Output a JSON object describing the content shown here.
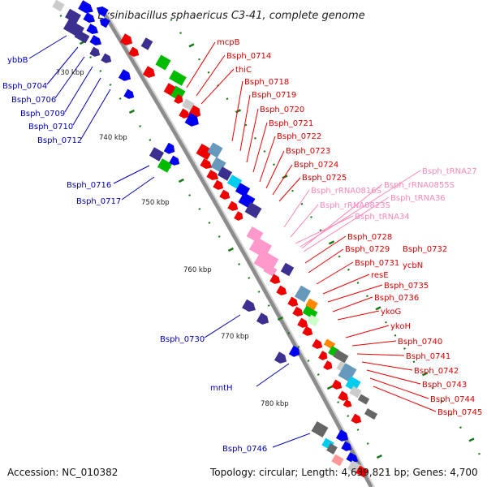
{
  "title": "Lysinibacillus sphaericus C3-41, complete genome",
  "footer": {
    "accession": "Accession: NC_010382",
    "topology": "Topology: circular; Length: 4,639,821 bp; Genes: 4,700"
  },
  "colors": {
    "backbone": "#8c8c8c",
    "ticks": "#1a7a1a",
    "forward_label": "#0000bb",
    "reverse_label": "#e00000",
    "rna_label": "#ff88bb"
  },
  "kbp_ticks": [
    "730 kbp",
    "740 kbp",
    "750 kbp",
    "760 kbp",
    "770 kbp",
    "780 kbp"
  ],
  "left_labels": [
    "ybbB",
    "Bsph_0704",
    "Bsph_0706",
    "Bsph_0709",
    "Bsph_0710",
    "Bsph_0712",
    "Bsph_0716",
    "Bsph_0717",
    "Bsph_0730",
    "mntH",
    "Bsph_0746"
  ],
  "right_labels": [
    "mcpB",
    "Bsph_0714",
    "thiC",
    "Bsph_0718",
    "Bsph_0719",
    "Bsph_0720",
    "Bsph_0721",
    "Bsph_0722",
    "Bsph_0723",
    "Bsph_0724",
    "Bsph_0725",
    "Bsph_0728",
    "Bsph_0729",
    "Bsph_0731",
    "resE",
    "Bsph_0735",
    "Bsph_0736",
    "ykoG",
    "ykoH",
    "Bsph_0740",
    "Bsph_0741",
    "Bsph_0742",
    "Bsph_0743",
    "Bsph_0744",
    "Bsph_0745",
    "Bsph_0732",
    "ycbN"
  ],
  "rna_labels": [
    "Bsph_rRNA0816S",
    "Bsph_rRNA0823S",
    "Bsph_tRNA34",
    "Bsph_tRNA27",
    "Bsph_rRNA0855S",
    "Bsph_tRNA36"
  ]
}
